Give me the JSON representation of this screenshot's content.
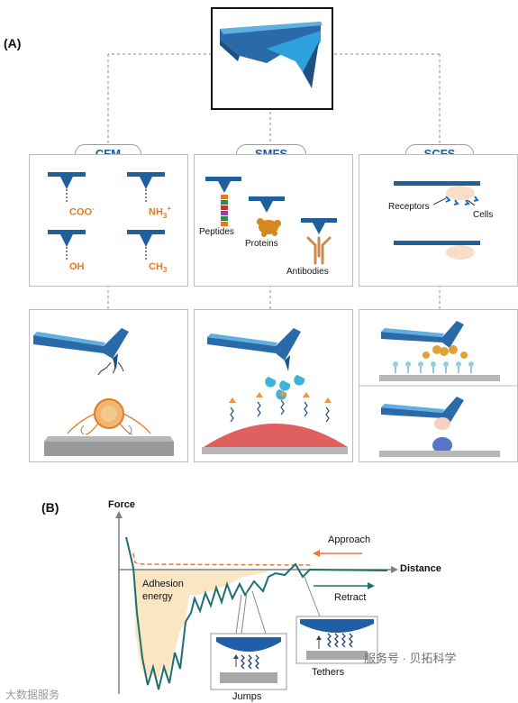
{
  "panel_a": {
    "label": "(A)",
    "categories": [
      "CFM",
      "SMFS",
      "SCFS"
    ],
    "cfm_groups": [
      "COO",
      "NH",
      "OH",
      "CH"
    ],
    "cfm_super": [
      "-",
      "+"
    ],
    "cfm_sub": [
      "3",
      "3"
    ],
    "smfs_labels": [
      "Peptides",
      "Proteins",
      "Antibodies"
    ],
    "scfs_labels": [
      "Receptors",
      "Cells"
    ]
  },
  "panel_b": {
    "label": "(B)",
    "y_axis": "Force",
    "x_axis": "Distance",
    "approach": "Approach",
    "retract": "Retract",
    "adhesion": [
      "Adhesion",
      "energy"
    ],
    "jumps": "Jumps",
    "tethers": "Tethers"
  },
  "watermark": {
    "left": "大数据服务",
    "right": "服务号 · 贝拓科学"
  },
  "colors": {
    "cantilever": "#1f5f9e",
    "cantilever_light": "#3aa0d8",
    "orange": "#e07b24",
    "approach_line": "#e8793a",
    "retract_line": "#1e6f6f",
    "adhesion_fill": "#fbe6c4",
    "pill_text": "#1f5c99"
  }
}
